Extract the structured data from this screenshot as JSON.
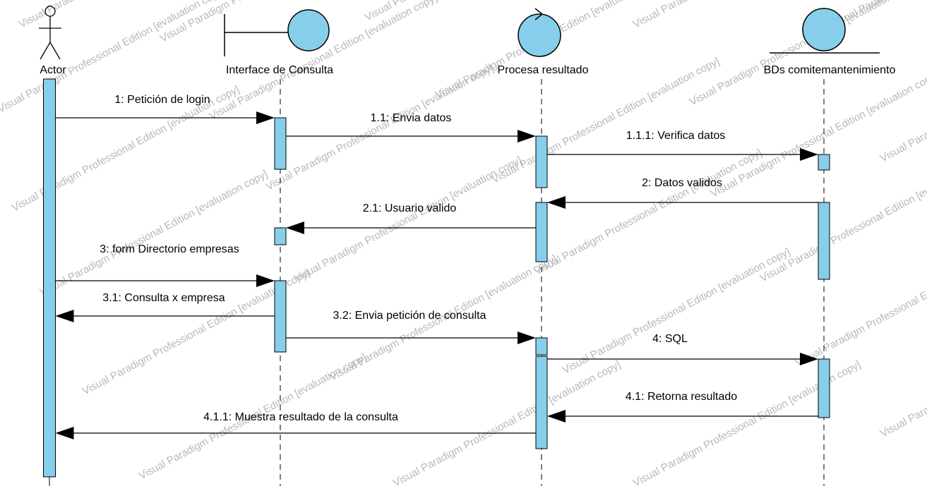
{
  "colors": {
    "fill": "#87CEEB",
    "stroke": "#000000",
    "watermark": "#b8b8b8",
    "background": "#ffffff"
  },
  "watermark": "Visual Paradigm Professional Edition [evaluation copy]",
  "lifelines": [
    {
      "id": "actor",
      "kind": "actor",
      "label": "Actor"
    },
    {
      "id": "interface",
      "kind": "boundary",
      "label": "Interface de Consulta"
    },
    {
      "id": "control",
      "kind": "control",
      "label": "Procesa resultado"
    },
    {
      "id": "entity",
      "kind": "entity",
      "label": "BDs comitemantenimiento"
    }
  ],
  "messages": [
    {
      "label": "1: Petición de login",
      "from": "actor",
      "to": "interface",
      "style": "sync"
    },
    {
      "label": "1.1: Envia datos",
      "from": "interface",
      "to": "control",
      "style": "sync"
    },
    {
      "label": "1.1.1: Verifica datos",
      "from": "control",
      "to": "entity",
      "style": "sync"
    },
    {
      "label": "2: Datos validos",
      "from": "entity",
      "to": "control",
      "style": "sync"
    },
    {
      "label": "2.1: Usuario valido",
      "from": "control",
      "to": "interface",
      "style": "sync"
    },
    {
      "label": "3: form Directorio empresas",
      "from": "actor",
      "to": "interface",
      "style": "sync"
    },
    {
      "label": "3.1: Consulta x empresa",
      "from": "interface",
      "to": "actor",
      "style": "sync"
    },
    {
      "label": "3.2: Envia petición de consulta",
      "from": "interface",
      "to": "control",
      "style": "sync"
    },
    {
      "label": "4: SQL",
      "from": "control",
      "to": "entity",
      "style": "sync"
    },
    {
      "label": "4.1: Retorna resultado",
      "from": "entity",
      "to": "control",
      "style": "sync"
    },
    {
      "label": "4.1.1: Muestra resultado de la consulta",
      "from": "control",
      "to": "actor",
      "style": "sync"
    }
  ]
}
